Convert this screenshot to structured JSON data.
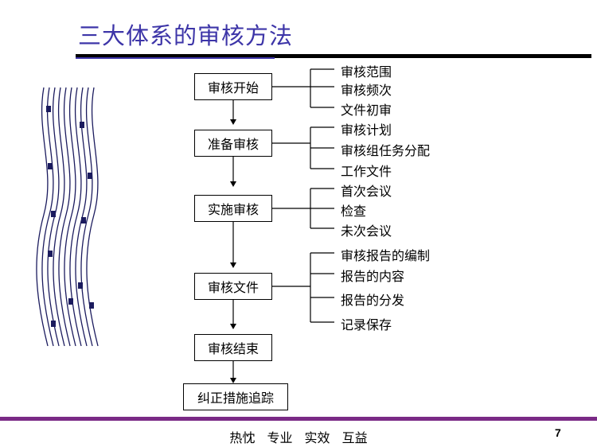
{
  "slide": {
    "title": "三大体系的审核方法",
    "footer": "热忱 专业 实效 互益",
    "page_number": "7"
  },
  "flow": {
    "steps": [
      {
        "label": "审核开始",
        "items": [
          "审核范围",
          "审核频次",
          "文件初审"
        ]
      },
      {
        "label": "准备审核",
        "items": [
          "审核计划",
          "审核组任务分配",
          "工作文件"
        ]
      },
      {
        "label": "实施审核",
        "items": [
          "首次会议",
          "检查",
          "未次会议"
        ]
      },
      {
        "label": "审核文件",
        "items": [
          "审核报告的编制",
          "报告的内容",
          "报告的分发",
          "记录保存"
        ]
      },
      {
        "label": "审核结束",
        "items": []
      },
      {
        "label": "纠正措施追踪",
        "items": []
      }
    ]
  },
  "colors": {
    "title": "#3d35a8",
    "footer_rule": "#7a2a86",
    "decoration": "#1b1b5e"
  }
}
